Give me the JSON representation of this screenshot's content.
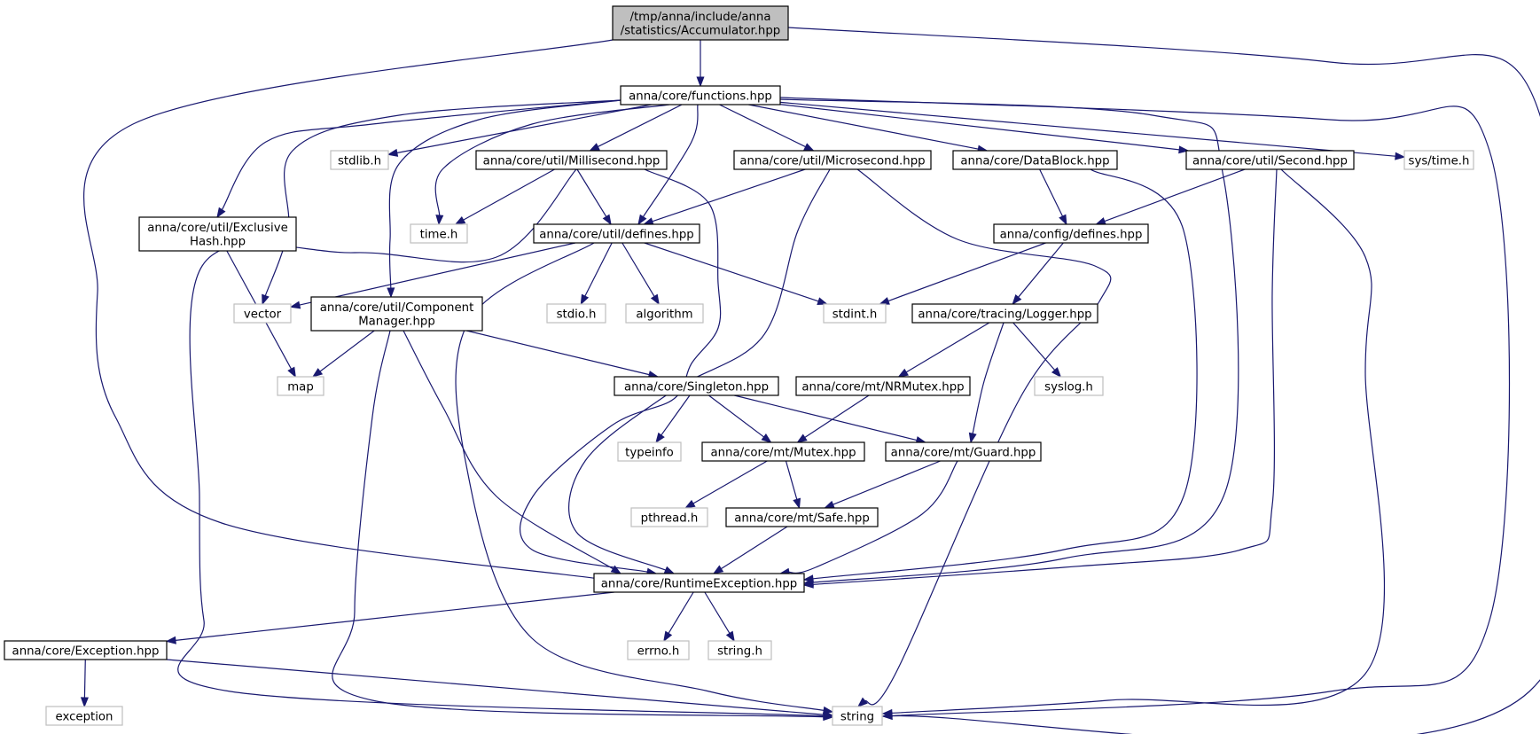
{
  "colors": {
    "edge": "#191970",
    "root_fill": "#bfbfbf",
    "local_border": "#000000",
    "system_border": "#bfbfbf",
    "system_text": "#404040",
    "node_fill": "#ffffff"
  },
  "nodes": [
    {
      "id": "root",
      "kind": "root",
      "lines": [
        "/tmp/anna/include/anna",
        "/statistics/Accumulator.hpp"
      ]
    },
    {
      "id": "functions",
      "kind": "local",
      "lines": [
        "anna/core/functions.hpp"
      ]
    },
    {
      "id": "stdlib",
      "kind": "system",
      "lines": [
        "stdlib.h"
      ]
    },
    {
      "id": "millisecond",
      "kind": "local",
      "lines": [
        "anna/core/util/Millisecond.hpp"
      ]
    },
    {
      "id": "microsecond",
      "kind": "local",
      "lines": [
        "anna/core/util/Microsecond.hpp"
      ]
    },
    {
      "id": "datablock",
      "kind": "local",
      "lines": [
        "anna/core/DataBlock.hpp"
      ]
    },
    {
      "id": "second",
      "kind": "local",
      "lines": [
        "anna/core/util/Second.hpp"
      ]
    },
    {
      "id": "systime",
      "kind": "system",
      "lines": [
        "sys/time.h"
      ]
    },
    {
      "id": "exclusivehash",
      "kind": "local",
      "lines": [
        "anna/core/util/Exclusive",
        "Hash.hpp"
      ]
    },
    {
      "id": "timeh",
      "kind": "system",
      "lines": [
        "time.h"
      ]
    },
    {
      "id": "utildefines",
      "kind": "local",
      "lines": [
        "anna/core/util/defines.hpp"
      ]
    },
    {
      "id": "configdefines",
      "kind": "local",
      "lines": [
        "anna/config/defines.hpp"
      ]
    },
    {
      "id": "vector",
      "kind": "system",
      "lines": [
        "vector"
      ]
    },
    {
      "id": "componentmanager",
      "kind": "local",
      "lines": [
        "anna/core/util/Component",
        "Manager.hpp"
      ]
    },
    {
      "id": "stdio",
      "kind": "system",
      "lines": [
        "stdio.h"
      ]
    },
    {
      "id": "algorithm",
      "kind": "system",
      "lines": [
        "algorithm"
      ]
    },
    {
      "id": "stdint",
      "kind": "system",
      "lines": [
        "stdint.h"
      ]
    },
    {
      "id": "logger",
      "kind": "local",
      "lines": [
        "anna/core/tracing/Logger.hpp"
      ]
    },
    {
      "id": "map",
      "kind": "system",
      "lines": [
        "map"
      ]
    },
    {
      "id": "singleton",
      "kind": "local",
      "lines": [
        "anna/core/Singleton.hpp"
      ]
    },
    {
      "id": "nrmutex",
      "kind": "local",
      "lines": [
        "anna/core/mt/NRMutex.hpp"
      ]
    },
    {
      "id": "syslog",
      "kind": "system",
      "lines": [
        "syslog.h"
      ]
    },
    {
      "id": "typeinfo",
      "kind": "system",
      "lines": [
        "typeinfo"
      ]
    },
    {
      "id": "mutex",
      "kind": "local",
      "lines": [
        "anna/core/mt/Mutex.hpp"
      ]
    },
    {
      "id": "guard",
      "kind": "local",
      "lines": [
        "anna/core/mt/Guard.hpp"
      ]
    },
    {
      "id": "pthread",
      "kind": "system",
      "lines": [
        "pthread.h"
      ]
    },
    {
      "id": "safe",
      "kind": "local",
      "lines": [
        "anna/core/mt/Safe.hpp"
      ]
    },
    {
      "id": "runtimeexception",
      "kind": "local",
      "lines": [
        "anna/core/RuntimeException.hpp"
      ]
    },
    {
      "id": "exception_hpp",
      "kind": "local",
      "lines": [
        "anna/core/Exception.hpp"
      ]
    },
    {
      "id": "errno",
      "kind": "system",
      "lines": [
        "errno.h"
      ]
    },
    {
      "id": "stringh",
      "kind": "system",
      "lines": [
        "string.h"
      ]
    },
    {
      "id": "exception",
      "kind": "system",
      "lines": [
        "exception"
      ]
    },
    {
      "id": "string",
      "kind": "system",
      "lines": [
        "string"
      ]
    }
  ],
  "edges": [
    {
      "from": "root",
      "to": "functions"
    },
    {
      "from": "root",
      "to": "runtimeexception"
    },
    {
      "from": "root",
      "to": "string"
    },
    {
      "from": "functions",
      "to": "stdlib"
    },
    {
      "from": "functions",
      "to": "millisecond"
    },
    {
      "from": "functions",
      "to": "microsecond"
    },
    {
      "from": "functions",
      "to": "datablock"
    },
    {
      "from": "functions",
      "to": "second"
    },
    {
      "from": "functions",
      "to": "systime"
    },
    {
      "from": "functions",
      "to": "exclusivehash"
    },
    {
      "from": "functions",
      "to": "timeh"
    },
    {
      "from": "functions",
      "to": "utildefines"
    },
    {
      "from": "functions",
      "to": "vector"
    },
    {
      "from": "functions",
      "to": "componentmanager"
    },
    {
      "from": "functions",
      "to": "runtimeexception"
    },
    {
      "from": "functions",
      "to": "string"
    },
    {
      "from": "millisecond",
      "to": "timeh"
    },
    {
      "from": "millisecond",
      "to": "utildefines"
    },
    {
      "from": "millisecond",
      "to": "runtimeexception"
    },
    {
      "from": "millisecond",
      "to": "string"
    },
    {
      "from": "microsecond",
      "to": "utildefines"
    },
    {
      "from": "microsecond",
      "to": "runtimeexception"
    },
    {
      "from": "microsecond",
      "to": "string"
    },
    {
      "from": "datablock",
      "to": "configdefines"
    },
    {
      "from": "datablock",
      "to": "runtimeexception"
    },
    {
      "from": "second",
      "to": "configdefines"
    },
    {
      "from": "second",
      "to": "runtimeexception"
    },
    {
      "from": "second",
      "to": "string"
    },
    {
      "from": "exclusivehash",
      "to": "map"
    },
    {
      "from": "utildefines",
      "to": "vector"
    },
    {
      "from": "utildefines",
      "to": "stdio"
    },
    {
      "from": "utildefines",
      "to": "algorithm"
    },
    {
      "from": "utildefines",
      "to": "stdint"
    },
    {
      "from": "utildefines",
      "to": "string"
    },
    {
      "from": "configdefines",
      "to": "stdint"
    },
    {
      "from": "configdefines",
      "to": "logger"
    },
    {
      "from": "componentmanager",
      "to": "map"
    },
    {
      "from": "componentmanager",
      "to": "singleton"
    },
    {
      "from": "componentmanager",
      "to": "runtimeexception"
    },
    {
      "from": "componentmanager",
      "to": "string"
    },
    {
      "from": "logger",
      "to": "nrmutex"
    },
    {
      "from": "logger",
      "to": "syslog"
    },
    {
      "from": "logger",
      "to": "guard"
    },
    {
      "from": "singleton",
      "to": "typeinfo"
    },
    {
      "from": "singleton",
      "to": "mutex"
    },
    {
      "from": "singleton",
      "to": "guard"
    },
    {
      "from": "nrmutex",
      "to": "mutex"
    },
    {
      "from": "mutex",
      "to": "pthread"
    },
    {
      "from": "mutex",
      "to": "safe"
    },
    {
      "from": "guard",
      "to": "safe"
    },
    {
      "from": "guard",
      "to": "runtimeexception"
    },
    {
      "from": "safe",
      "to": "runtimeexception"
    },
    {
      "from": "runtimeexception",
      "to": "exception_hpp"
    },
    {
      "from": "runtimeexception",
      "to": "errno"
    },
    {
      "from": "runtimeexception",
      "to": "stringh"
    },
    {
      "from": "exception_hpp",
      "to": "exception"
    },
    {
      "from": "exception_hpp",
      "to": "string"
    }
  ]
}
